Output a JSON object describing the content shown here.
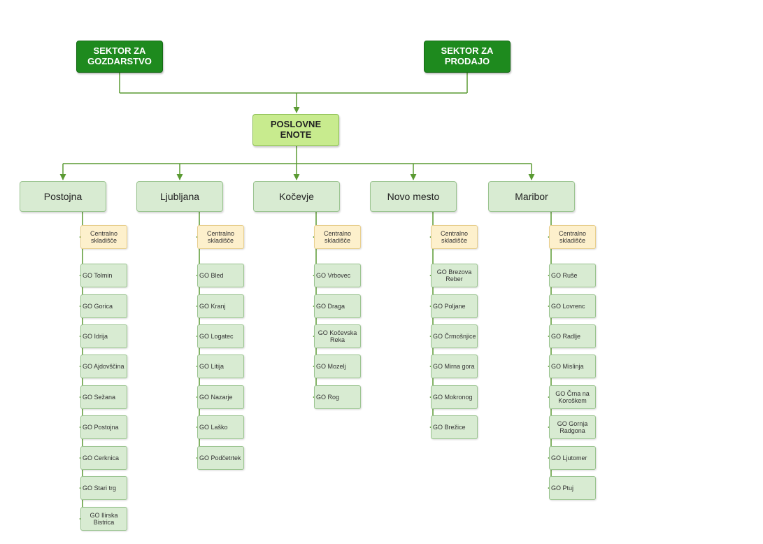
{
  "top_nodes": [
    {
      "label": "SEKTOR ZA\nGOZDARSTVO"
    },
    {
      "label": "SEKTOR ZA\nPRODAJO"
    }
  ],
  "center_node": {
    "label": "POSLOVNE\nENOTE"
  },
  "units": [
    {
      "name": "Postojna",
      "storage": "Centralno\nskladišče",
      "offices": [
        "GO Tolmin",
        "GO Gorica",
        "GO Idrija",
        "GO Ajdovščina",
        "GO Sežana",
        "GO Postojna",
        "GO Cerknica",
        "GO Stari trg",
        "GO Ilirska\nBistrica"
      ]
    },
    {
      "name": "Ljubljana",
      "storage": "Centralno\nskladišče",
      "offices": [
        "GO Bled",
        "GO Kranj",
        "GO Logatec",
        "GO Litija",
        "GO Nazarje",
        "GO Laško",
        "GO Podčetrtek"
      ]
    },
    {
      "name": "Kočevje",
      "storage": "Centralno\nskladišče",
      "offices": [
        "GO Vrbovec",
        "GO Draga",
        "GO Kočevska\nReka",
        "GO Mozelj",
        "GO Rog"
      ]
    },
    {
      "name": "Novo mesto",
      "storage": "Centralno\nskladišče",
      "offices": [
        "GO Brezova\nReber",
        "GO Poljane",
        "GO Črmošnjice",
        "GO Mirna gora",
        "GO Mokronog",
        "GO Brežice"
      ]
    },
    {
      "name": "Maribor",
      "storage": "Centralno\nskladišče",
      "offices": [
        "GO Ruše",
        "GO Lovrenc",
        "GO Radlje",
        "GO Mislinja",
        "GO Črna na\nKoroškem",
        "GO Gornja\nRadgona",
        "GO Ljutomer",
        "GO Ptuj"
      ]
    }
  ],
  "colors": {
    "connector": "#5a9a32",
    "top_fill": "#1e8a1e",
    "center_fill": "#c8eb8e",
    "unit_fill": "#d8ebd2",
    "storage_fill": "#fdf0cc"
  }
}
